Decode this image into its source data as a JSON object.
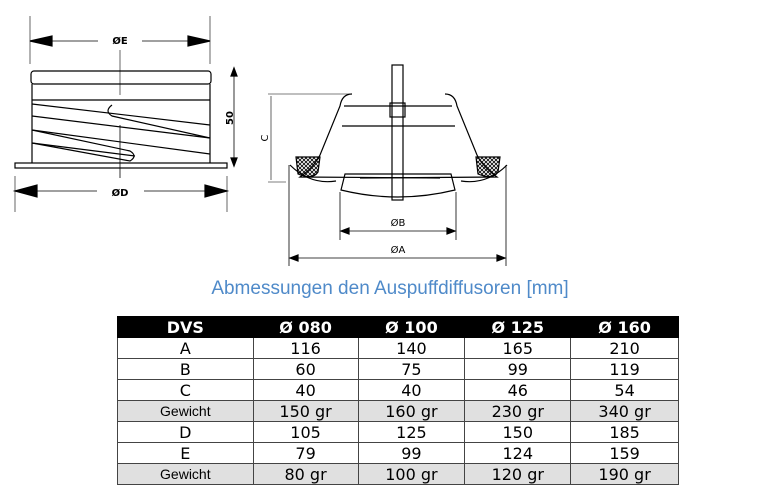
{
  "drawing_labels": {
    "left": {
      "top_dim": "ØE",
      "bottom_dim": "ØD",
      "height_dim": "50"
    },
    "right": {
      "height_dim": "C",
      "inner_dim": "ØB",
      "outer_dim": "ØA"
    }
  },
  "title": "Abmessungen den Auspuffdiffusoren [mm]",
  "table": {
    "headers": [
      "DVS",
      "Ø 080",
      "Ø 100",
      "Ø 125",
      "Ø 160"
    ],
    "rows": [
      {
        "label": "A",
        "values": [
          "116",
          "140",
          "165",
          "210"
        ],
        "shaded": false
      },
      {
        "label": "B",
        "values": [
          "60",
          "75",
          "99",
          "119"
        ],
        "shaded": false
      },
      {
        "label": "C",
        "values": [
          "40",
          "40",
          "46",
          "54"
        ],
        "shaded": false
      },
      {
        "label": "Gewicht",
        "values": [
          "150 gr",
          "160 gr",
          "230 gr",
          "340 gr"
        ],
        "shaded": true
      },
      {
        "label": "D",
        "values": [
          "105",
          "125",
          "150",
          "185"
        ],
        "shaded": false
      },
      {
        "label": "E",
        "values": [
          "79",
          "99",
          "124",
          "159"
        ],
        "shaded": false
      },
      {
        "label": "Gewicht",
        "values": [
          "80 gr",
          "100 gr",
          "120 gr",
          "190 gr"
        ],
        "shaded": true
      }
    ]
  }
}
